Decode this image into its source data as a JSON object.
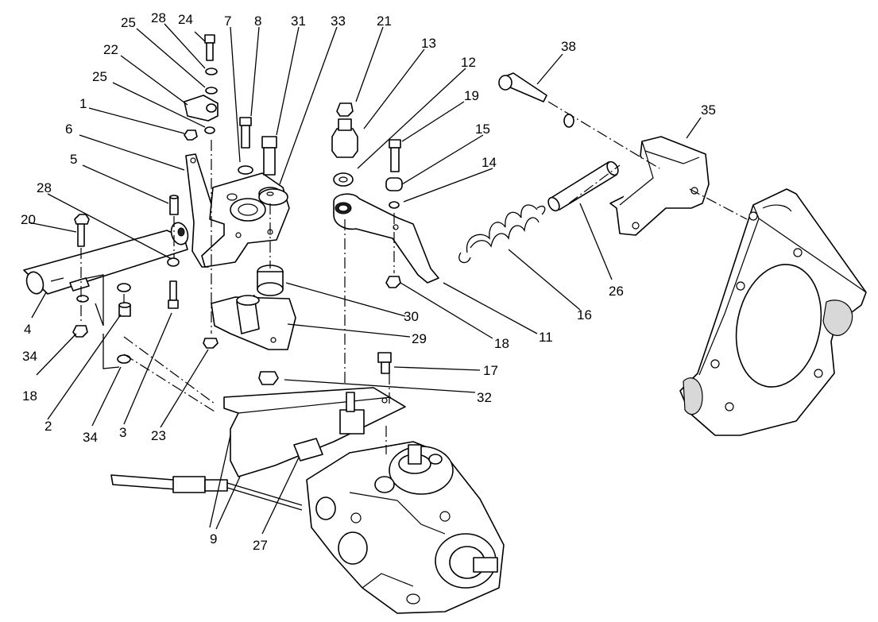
{
  "callouts": {
    "c1": "1",
    "c2": "2",
    "c3": "3",
    "c4": "4",
    "c5": "5",
    "c6": "6",
    "c7": "7",
    "c8": "8",
    "c9": "9",
    "c11": "11",
    "c12": "12",
    "c13": "13",
    "c14": "14",
    "c15": "15",
    "c16": "16",
    "c17": "17",
    "c18a": "18",
    "c18b": "18",
    "c19": "19",
    "c20": "20",
    "c21": "21",
    "c22": "22",
    "c23": "23",
    "c24": "24",
    "c25a": "25",
    "c25b": "25",
    "c26": "26",
    "c27": "27",
    "c28a": "28",
    "c28b": "28",
    "c29": "29",
    "c30": "30",
    "c31": "31",
    "c32": "32",
    "c33": "33",
    "c34a": "34",
    "c34b": "34",
    "c35": "35",
    "c38": "38"
  }
}
